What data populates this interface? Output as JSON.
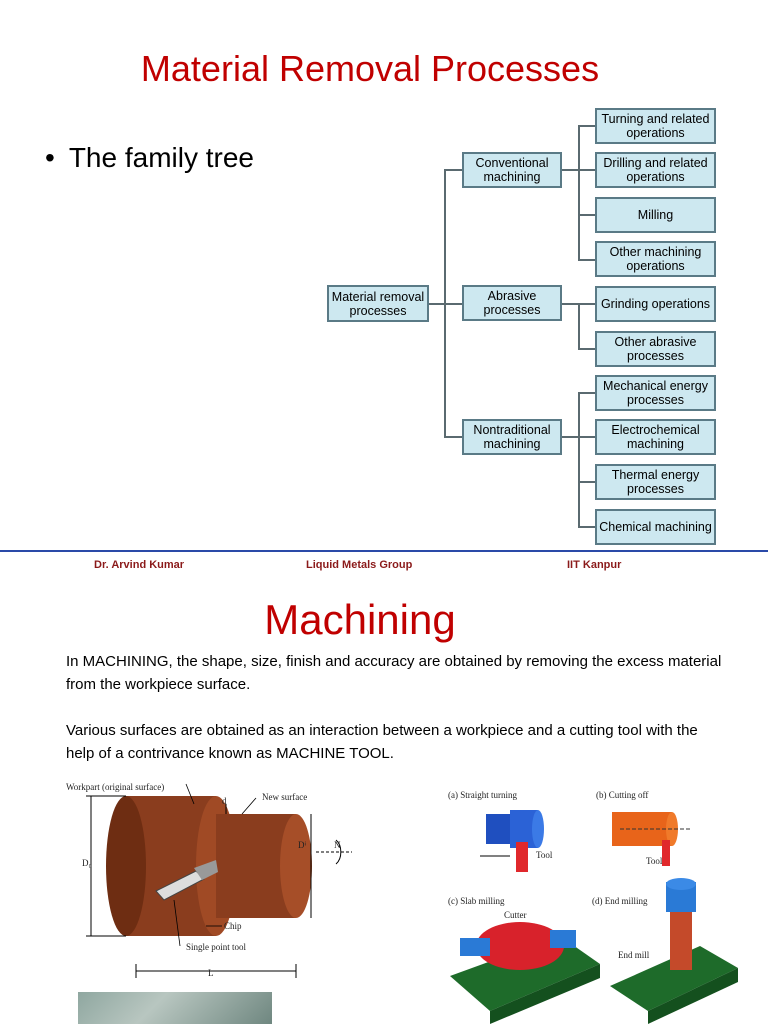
{
  "slide1": {
    "title": "Material Removal Processes",
    "bullet": "The family tree",
    "tree": {
      "root": "Material removal processes",
      "branches": [
        {
          "label": "Conventional machining",
          "children": [
            "Turning and related operations",
            "Drilling and related operations",
            "Milling",
            "Other machining operations"
          ]
        },
        {
          "label": "Abrasive processes",
          "children": [
            "Grinding operations",
            "Other abrasive processes"
          ]
        },
        {
          "label": "Nontraditional machining",
          "children": [
            "Mechanical energy processes",
            "Electrochemical machining",
            "Thermal energy processes",
            "Chemical machining"
          ]
        }
      ]
    },
    "footer": {
      "author": "Dr. Arvind Kumar",
      "group": "Liquid Metals Group",
      "institute": "IIT Kanpur"
    },
    "colors": {
      "title": "#c00000",
      "box_fill": "#cde8f0",
      "divider": "#2a4aa8",
      "footer": "#8b1a1a"
    }
  },
  "slide2": {
    "title": "Machining",
    "paragraph1": "In MACHINING, the shape, size, finish and accuracy are obtained by removing the excess material from the workpiece surface.",
    "paragraph2": "Various surfaces are obtained as an interaction between a workpiece and a cutting tool with the help of a contrivance known as MACHINE TOOL.",
    "left_figure_labels": {
      "workpart": "Workpart (original surface)",
      "new_surface": "New surface",
      "chip": "Chip",
      "tool": "Single point tool",
      "d": "d",
      "d0": "D₀",
      "df": "Dⁱ",
      "n": "N",
      "l": "L"
    },
    "right_figure_labels": {
      "a": "(a) Straight turning",
      "b": "(b) Cutting off",
      "c": "(c) Slab milling",
      "d": "(d) End milling",
      "tool_a": "Tool",
      "tool_b": "Tool",
      "cutter": "Cutter",
      "end_mill": "End mill"
    }
  }
}
